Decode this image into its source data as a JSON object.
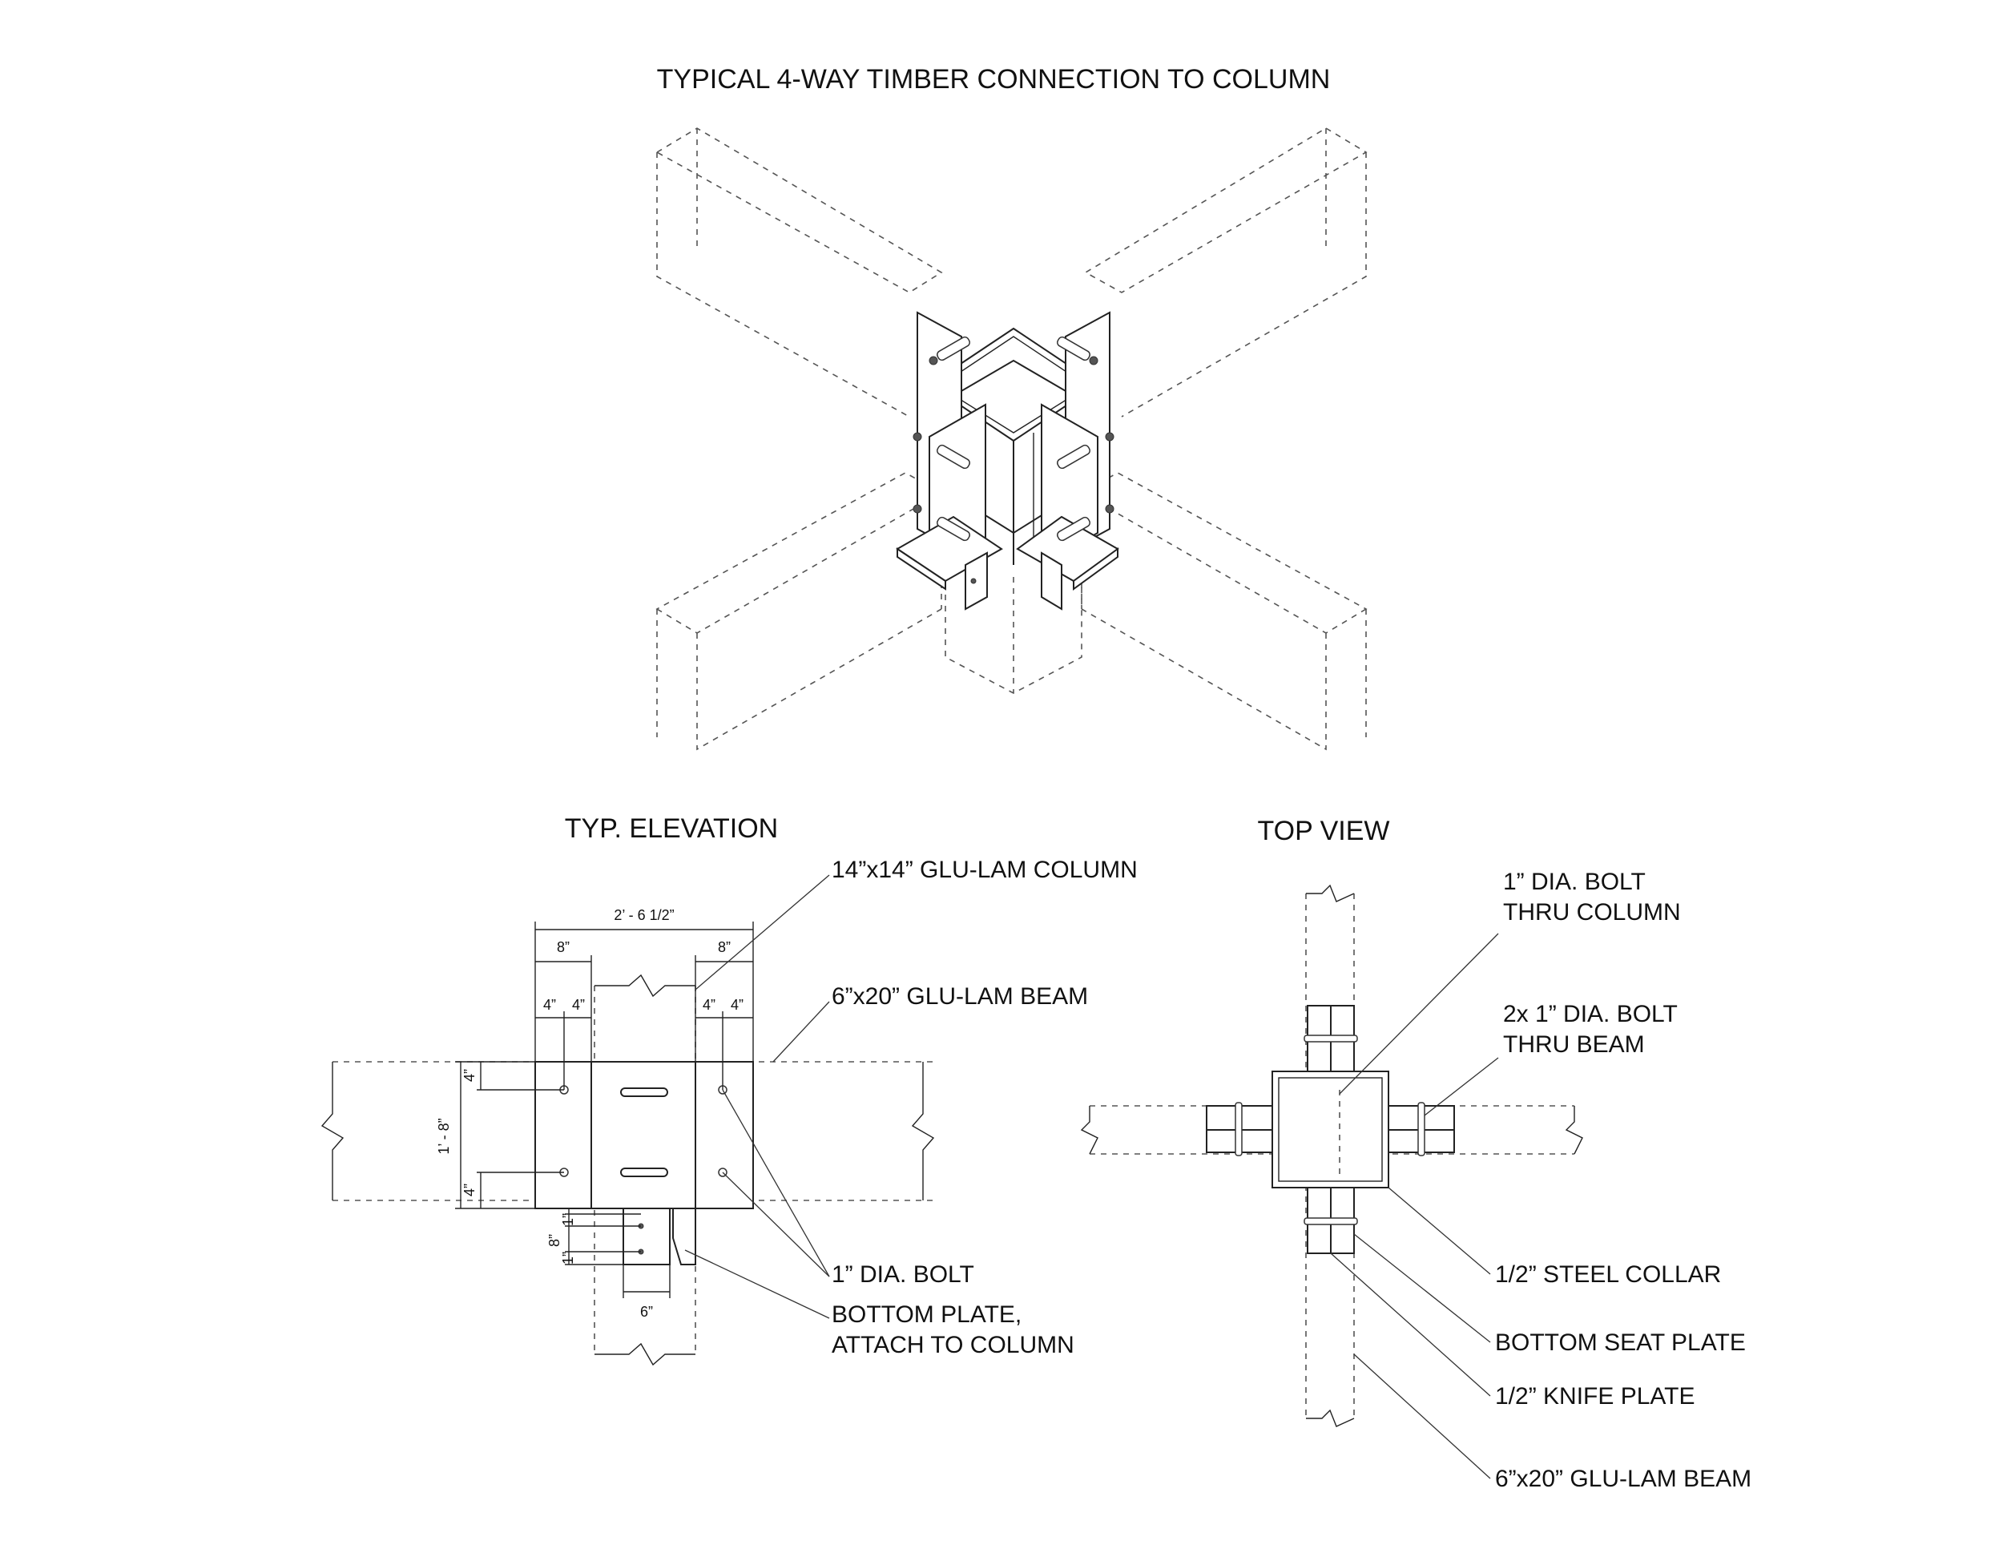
{
  "title": "TYPICAL 4-WAY TIMBER CONNECTION TO COLUMN",
  "elevation": {
    "heading": "TYP. ELEVATION",
    "labels": {
      "column": "14”x14” GLU-LAM COLUMN",
      "beam": "6”x20” GLU-LAM BEAM",
      "bolt": "1” DIA. BOLT",
      "bottom_plate_1": "BOTTOM PLATE,",
      "bottom_plate_2": "ATTACH TO COLUMN"
    },
    "dims": {
      "overall": "2’ - 6 1/2”",
      "left_8": "8”",
      "right_8": "8”",
      "l4a": "4”",
      "l4b": "4”",
      "r4a": "4”",
      "r4b": "4”",
      "height": "1’ - 8”",
      "top4": "4”",
      "bot4": "4”",
      "plate8": "8”",
      "plate1a": "1”",
      "plate1b": "1”",
      "six": "6”"
    }
  },
  "top_view": {
    "heading": "TOP VIEW",
    "labels": {
      "bolt_col_1": "1” DIA. BOLT",
      "bolt_col_2": "THRU COLUMN",
      "bolt_beam_1": "2x 1” DIA. BOLT",
      "bolt_beam_2": "THRU BEAM",
      "collar": "1/2” STEEL COLLAR",
      "seat": "BOTTOM SEAT PLATE",
      "knife": "1/2” KNIFE PLATE",
      "beam": "6”x20” GLU-LAM BEAM"
    }
  }
}
